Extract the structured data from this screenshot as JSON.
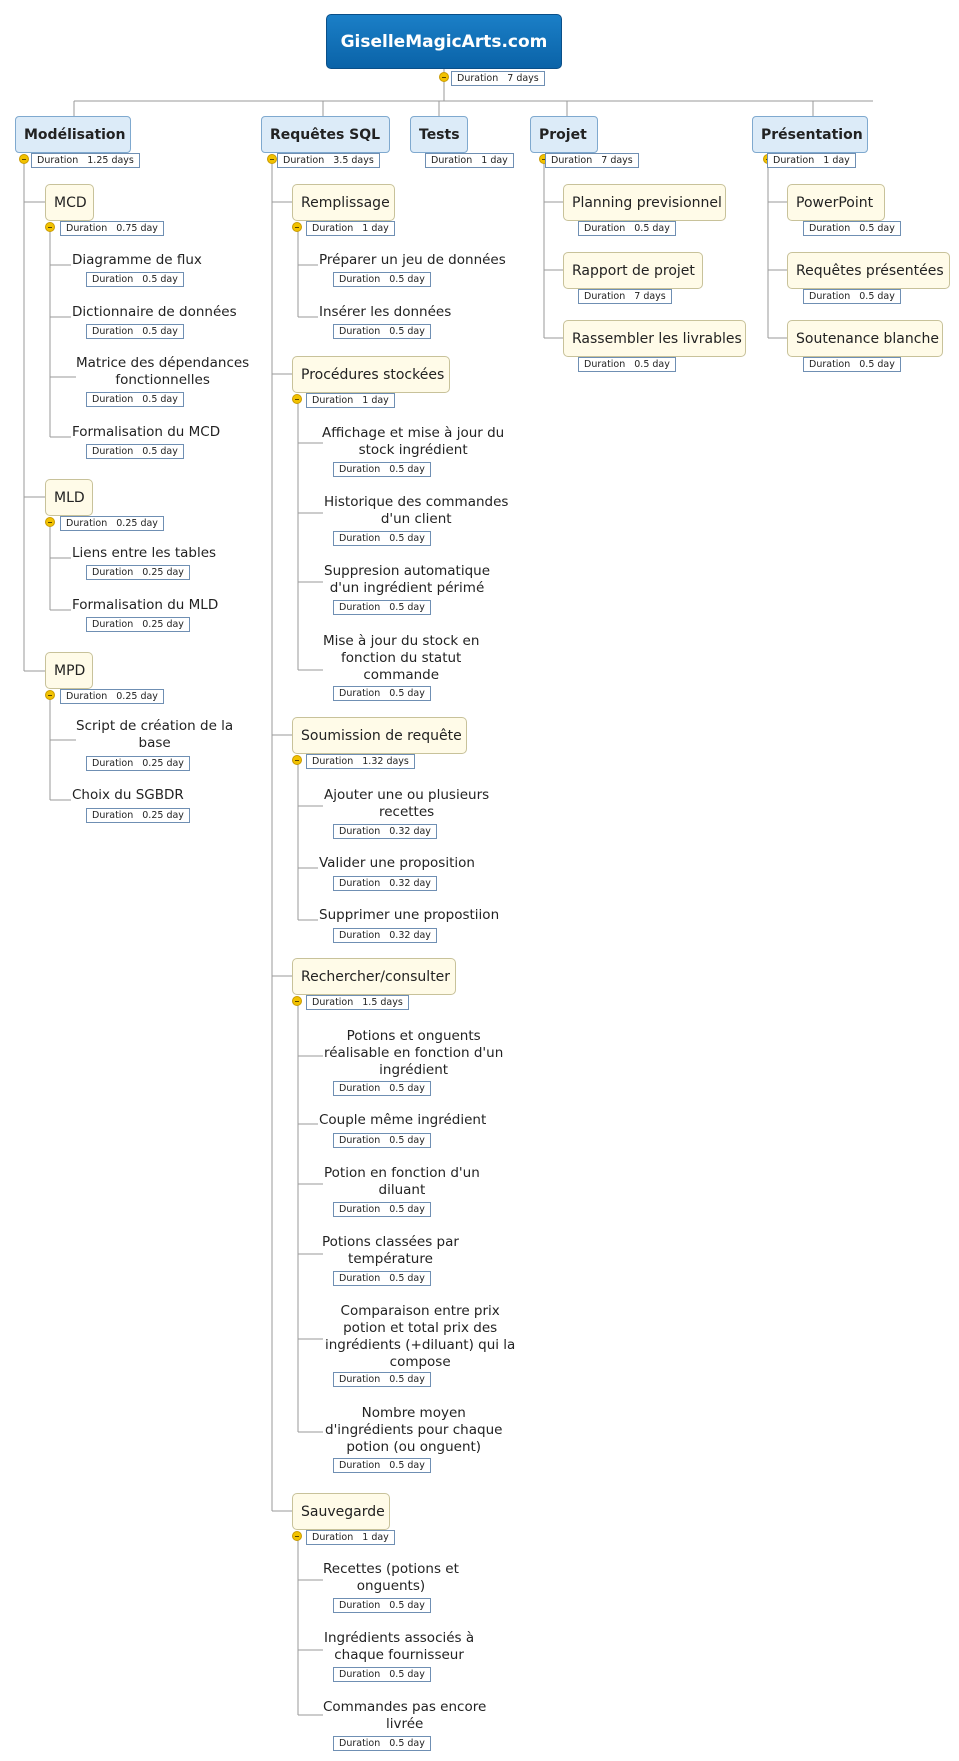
{
  "root": {
    "title": "GiselleMagicArts.com",
    "duration": "7 days"
  },
  "duration_label": "Duration",
  "branches": {
    "modelisation": {
      "title": "Modélisation",
      "duration": "1.25 days",
      "groups": [
        {
          "title": "MCD",
          "duration": "0.75 day",
          "tasks": [
            {
              "label": "Diagramme de flux",
              "duration": "0.5 day"
            },
            {
              "label": "Dictionnaire de données",
              "duration": "0.5 day"
            },
            {
              "label": "Matrice des dépendances\nfonctionnelles",
              "duration": "0.5 day"
            },
            {
              "label": "Formalisation du MCD",
              "duration": "0.5 day"
            }
          ]
        },
        {
          "title": "MLD",
          "duration": "0.25 day",
          "tasks": [
            {
              "label": "Liens entre les tables",
              "duration": "0.25 day"
            },
            {
              "label": "Formalisation du MLD",
              "duration": "0.25 day"
            }
          ]
        },
        {
          "title": "MPD",
          "duration": "0.25 day",
          "tasks": [
            {
              "label": "Script de création de la\nbase",
              "duration": "0.25 day"
            },
            {
              "label": "Choix du SGBDR",
              "duration": "0.25 day"
            }
          ]
        }
      ]
    },
    "requetes": {
      "title": "Requêtes SQL",
      "duration": "3.5 days",
      "groups": [
        {
          "title": "Remplissage",
          "duration": "1 day",
          "tasks": [
            {
              "label": "Préparer un jeu de données",
              "duration": "0.5 day"
            },
            {
              "label": "Insérer les données",
              "duration": "0.5 day"
            }
          ]
        },
        {
          "title": "Procédures stockées",
          "duration": "1 day",
          "tasks": [
            {
              "label": "Affichage et mise à jour du\nstock ingrédient",
              "duration": "0.5 day"
            },
            {
              "label": "Historique des commandes\nd'un client",
              "duration": "0.5 day"
            },
            {
              "label": "Suppresion automatique\nd'un ingrédient périmé",
              "duration": "0.5 day"
            },
            {
              "label": "Mise à jour du stock en\nfonction du statut\ncommande",
              "duration": "0.5 day"
            }
          ]
        },
        {
          "title": "Soumission de requête",
          "duration": "1.32 days",
          "tasks": [
            {
              "label": "Ajouter une ou plusieurs\nrecettes",
              "duration": "0.32 day"
            },
            {
              "label": "Valider une proposition",
              "duration": "0.32 day"
            },
            {
              "label": "Supprimer une propostiion",
              "duration": "0.32 day"
            }
          ]
        },
        {
          "title": "Rechercher/consulter",
          "duration": "1.5 days",
          "tasks": [
            {
              "label": "Potions et onguents\nréalisable en fonction d'un\ningrédient",
              "duration": "0.5 day"
            },
            {
              "label": "Couple même ingrédient",
              "duration": "0.5 day"
            },
            {
              "label": "Potion en fonction d'un\ndiluant",
              "duration": "0.5 day"
            },
            {
              "label": "Potions classées par\ntempérature",
              "duration": "0.5 day"
            },
            {
              "label": "Comparaison entre prix\npotion et total prix des\ningrédients (+diluant) qui la\ncompose",
              "duration": "0.5 day"
            },
            {
              "label": "Nombre moyen\nd'ingrédients pour chaque\npotion (ou onguent)",
              "duration": "0.5 day"
            }
          ]
        },
        {
          "title": "Sauvegarde",
          "duration": "1 day",
          "tasks": [
            {
              "label": "Recettes (potions et\nonguents)",
              "duration": "0.5 day"
            },
            {
              "label": "Ingrédients associés à\nchaque fournisseur",
              "duration": "0.5 day"
            },
            {
              "label": "Commandes pas encore\nlivrée",
              "duration": "0.5 day"
            }
          ]
        }
      ]
    },
    "tests": {
      "title": "Tests",
      "duration": "1 day"
    },
    "projet": {
      "title": "Projet",
      "duration": "7 days",
      "items": [
        {
          "title": "Planning previsionnel",
          "duration": "0.5 day"
        },
        {
          "title": "Rapport de projet",
          "duration": "7 days"
        },
        {
          "title": "Rassembler les livrables",
          "duration": "0.5 day"
        }
      ]
    },
    "presentation": {
      "title": "Présentation",
      "duration": "1 day",
      "items": [
        {
          "title": "PowerPoint",
          "duration": "0.5 day"
        },
        {
          "title": "Requêtes présentées",
          "duration": "0.5 day"
        },
        {
          "title": "Soutenance blanche",
          "duration": "0.5 day"
        }
      ]
    }
  }
}
